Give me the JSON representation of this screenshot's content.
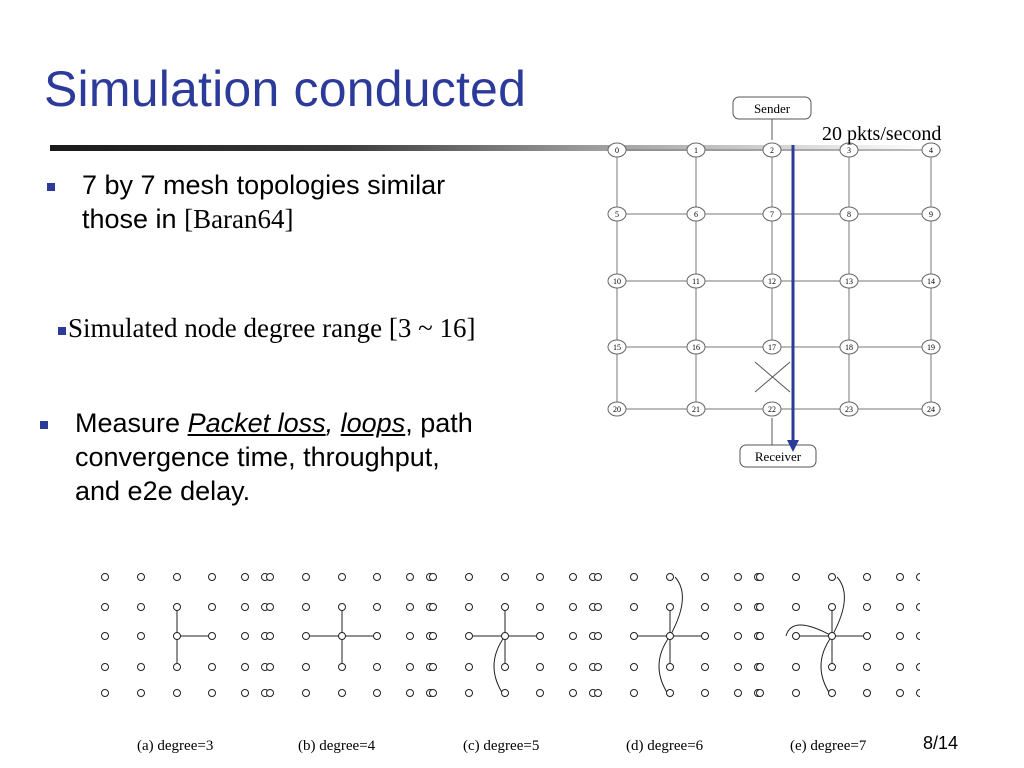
{
  "slide": {
    "title": "Simulation conducted",
    "page_number": "8/14"
  },
  "bullets": {
    "b1_line1": "7 by 7 mesh topologies similar",
    "b1_line2_prefix": "those in ",
    "b1_line2_ref": "[Baran64]",
    "b2_text": "Simulated node degree range [3 ~ 16]",
    "b3_prefix": "Measure ",
    "b3_packet_loss": "Packet loss",
    "b3_comma1": ",",
    "b3_loops": "loops",
    "b3_rest1": ", path",
    "b3_rest2": "convergence time, throughput,",
    "b3_rest3": "and e2e delay."
  },
  "topology": {
    "sender_label": "Sender",
    "receiver_label": "Receiver",
    "rate_label": "20 pkts/second",
    "node_ids": [
      "0",
      "1",
      "2",
      "3",
      "4",
      "5",
      "6",
      "7",
      "8",
      "9",
      "10",
      "11",
      "12",
      "13",
      "14",
      "15",
      "16",
      "17",
      "18",
      "19",
      "20",
      "21",
      "22",
      "23",
      "24"
    ],
    "flow_color": "#2c3a9a"
  },
  "degree_figures": [
    {
      "label": "(a) degree=3"
    },
    {
      "label": "(b) degree=4"
    },
    {
      "label": "(c) degree=5"
    },
    {
      "label": "(d) degree=6"
    },
    {
      "label": "(e) degree=7"
    }
  ],
  "colors": {
    "title": "#2c3a9a",
    "bullet": "#2c3a9a"
  }
}
